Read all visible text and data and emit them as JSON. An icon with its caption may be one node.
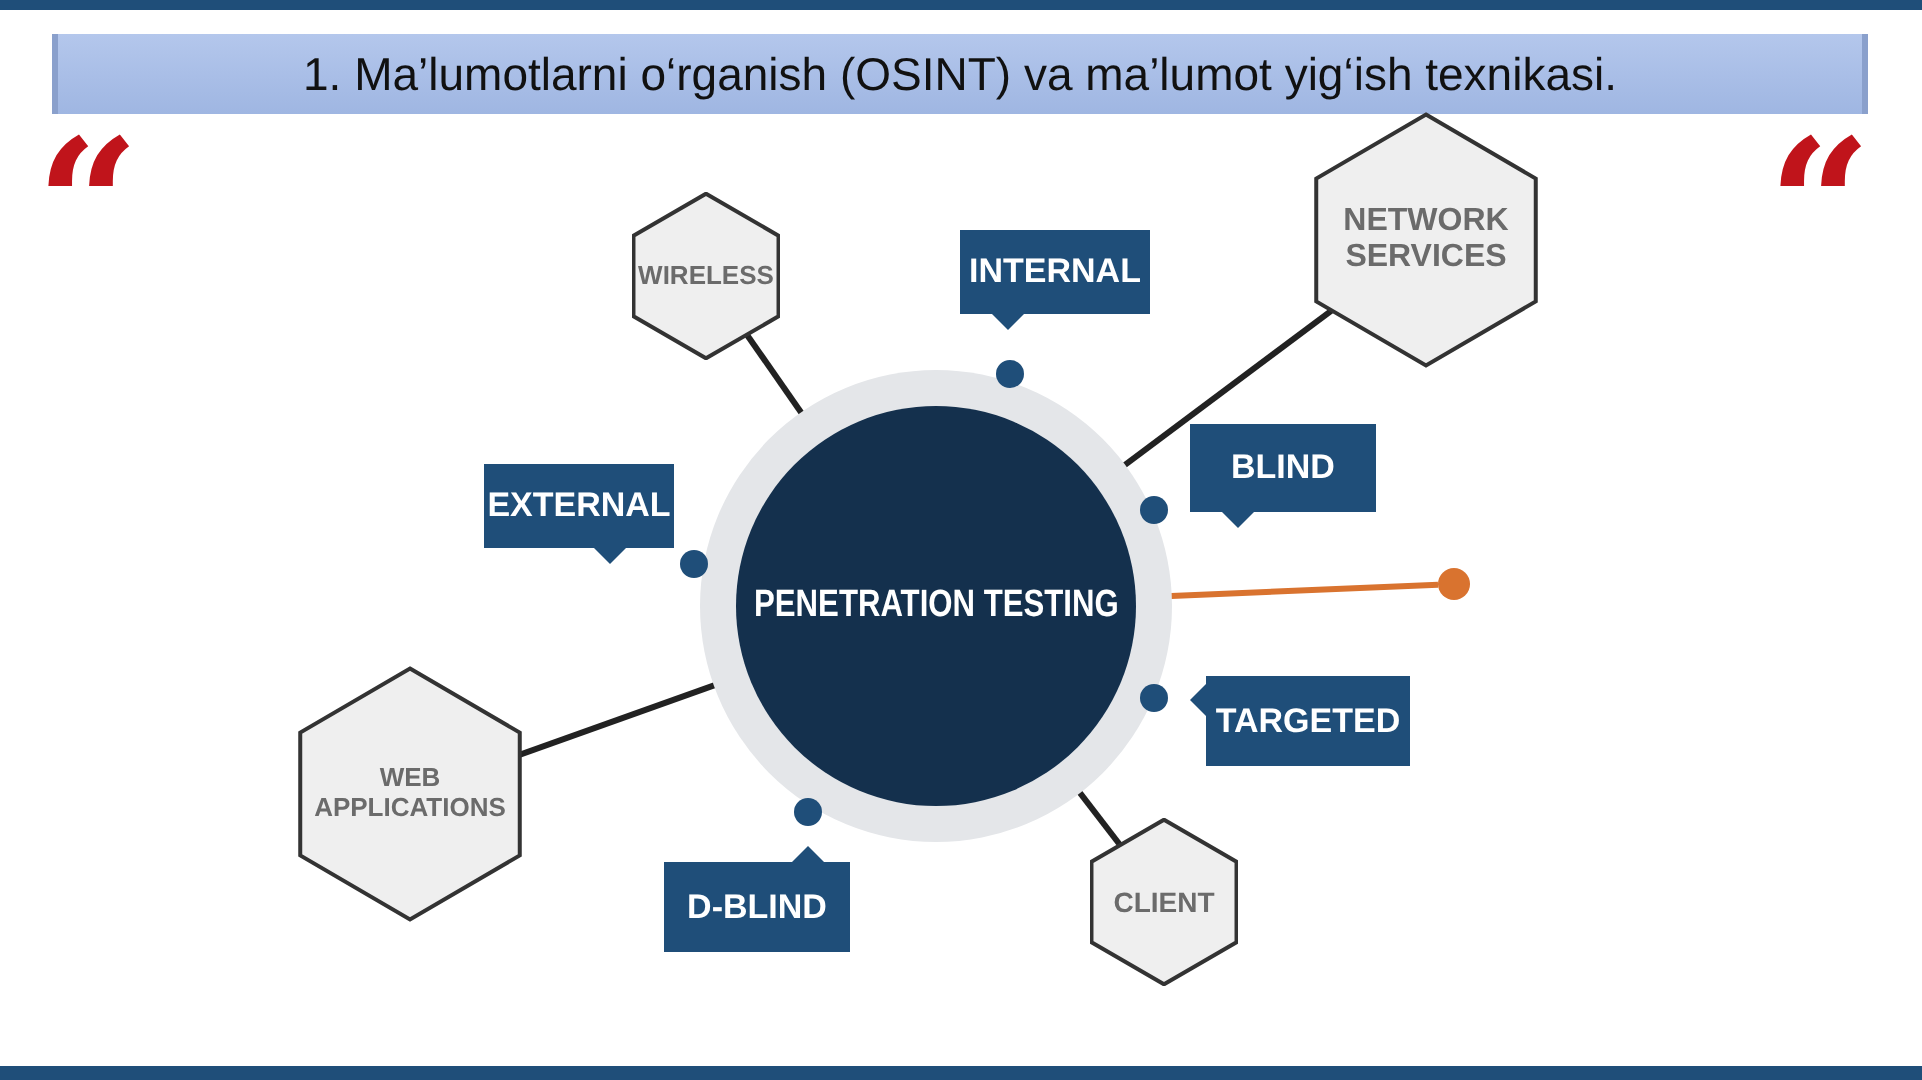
{
  "diagram": {
    "title": "1. Ma’lumotlarni o‘rganish (OSINT) va ma’lumot yig‘ish texnikasi.",
    "nodes": [
      {
        "text": [
          "PENETRATION TESTING"
        ]
      },
      {
        "text": [
          "WIRELESS"
        ]
      },
      {
        "text": [
          "NETWORK SERVICES"
        ]
      },
      {
        "text": [
          "WEB APPLICATIONS"
        ]
      },
      {
        "text": [
          "CLIENT"
        ]
      },
      {
        "text": [
          "INTERNAL"
        ]
      },
      {
        "text": [
          "BLIND"
        ]
      },
      {
        "text": [
          "EXTERNAL"
        ]
      },
      {
        "text": [
          "TARGETED"
        ]
      },
      {
        "text": [
          "D-BLIND"
        ]
      },
      {
        "text": [],
        "shape": "circle"
      }
    ],
    "edges": [
      {
        "from": 0,
        "to": 1,
        "arrow": "none"
      },
      {
        "from": 0,
        "to": 2,
        "arrow": "none"
      },
      {
        "from": 0,
        "to": 3,
        "arrow": "none"
      },
      {
        "from": 0,
        "to": 4,
        "arrow": "none"
      },
      {
        "from": 0,
        "to": 10,
        "arrow": "none",
        "color": "#d9732f"
      }
    ],
    "labels": [
      "“",
      "“"
    ]
  }
}
